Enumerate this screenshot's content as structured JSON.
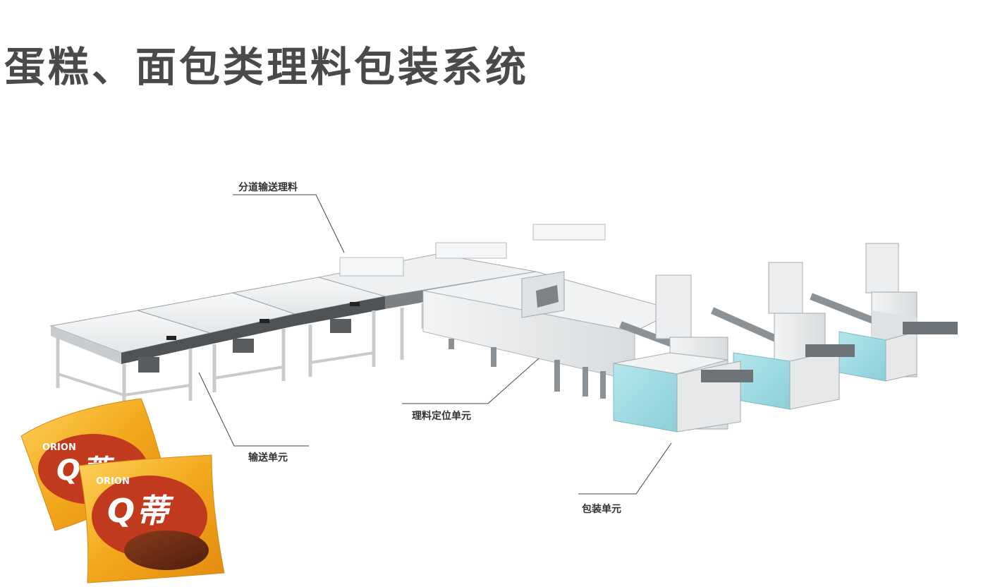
{
  "title": "蛋糕、面包类理料包装系统",
  "labels": {
    "lane_sorting": "分道输送理料",
    "conveying_unit": "输送单元",
    "positioning_unit": "理料定位单元",
    "packaging_unit": "包装单元"
  },
  "product": {
    "brand": "ORION",
    "name_q": "Q",
    "name_cn": "蒂"
  },
  "colors": {
    "title": "#4a4a4a",
    "panel_blue": "#9fdbe3",
    "frame_steel": "#d8dadc",
    "belt_dark": "#505356",
    "wrapper_orange": "#f2a81c",
    "wrapper_red": "#c23a1e"
  }
}
